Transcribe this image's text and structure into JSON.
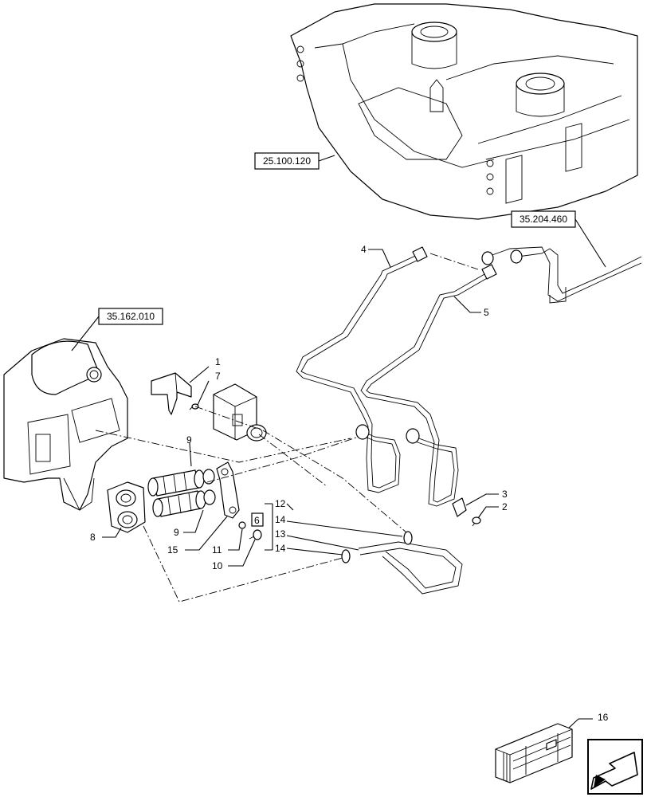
{
  "references": {
    "frame": "25.100.120",
    "hitch": "35.162.010",
    "lines": "35.204.460"
  },
  "callouts": {
    "c1": "1",
    "c2": "2",
    "c3": "3",
    "c4": "4",
    "c5": "5",
    "c6": "6",
    "c7": "7",
    "c8": "8",
    "c9a": "9",
    "c9b": "9",
    "c10": "10",
    "c11": "11",
    "c12": "12",
    "c13": "13",
    "c14a": "14",
    "c14b": "14",
    "c15": "15",
    "c16": "16"
  }
}
